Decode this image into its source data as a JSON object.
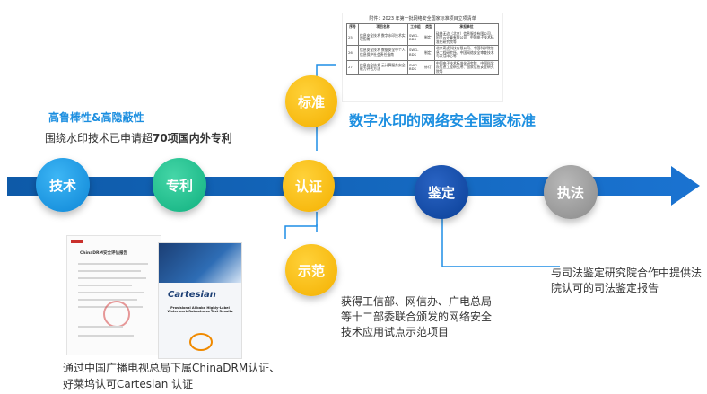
{
  "doc": {
    "title": "附件：2023 年第一批网络安全国家标准项目立项清单",
    "headers": [
      "序号",
      "项目名称",
      "工作组",
      "类型",
      "承担单位"
    ],
    "rows": [
      [
        "25",
        "信息安全技术 数字水印技术实现指南",
        "SWG-BDS",
        "制定",
        "硅基无边（北京）信息服务有限公司、阿里云计算有限公司、中国电子技术标准化研究院等"
      ],
      [
        "26",
        "信息安全技术 数据安全中个人信息保护社会责任指南",
        "SWG-BDS",
        "制定",
        "北京奇虎科技有限公司、中国科学院信息工程研究所、中国网络安全审查技术与认证中心等"
      ],
      [
        "27",
        "信息安全技术 云计算服务安全能力评估方法",
        "SWG-BDS",
        "修订",
        "中国电子技术标准化研究院、中国科学院信息工程研究所、国家信息安全研究院等"
      ]
    ]
  },
  "left_heading": "高鲁棒性&高隐蔽性",
  "left_text_prefix": "围绕水印技术已申请超",
  "left_text_bold": "70项国内外专利",
  "standard_text": "数字水印的网络安全国家标准",
  "circles": {
    "tech": "技术",
    "patent": "专利",
    "cert": "认证",
    "appraisal": "鉴定",
    "law": "执法",
    "standard": "标准",
    "demo": "示范"
  },
  "demo_text": "获得工信部、网信办、广电总局等十二部委联合颁发的网络安全技术应用试点示范项目",
  "appraisal_text": "与司法鉴定研究院合作中提供法院认可的司法鉴定报告",
  "cert_caption_line1": "通过中国广播电视总局下属ChinaDRM认证、",
  "cert_caption_line2": "好莱坞认可Cartesian 认证",
  "cert_doc": {
    "title": "ChinaDRM安全评估报告",
    "cartesian": "Cartesian",
    "report_title": "Provisional Alibaba Highly-Label Watermark Robustness Test Results"
  },
  "colors": {
    "arrow": "#1566c0",
    "accent_blue": "#1d8fe0",
    "connector": "#1f8ee6"
  }
}
